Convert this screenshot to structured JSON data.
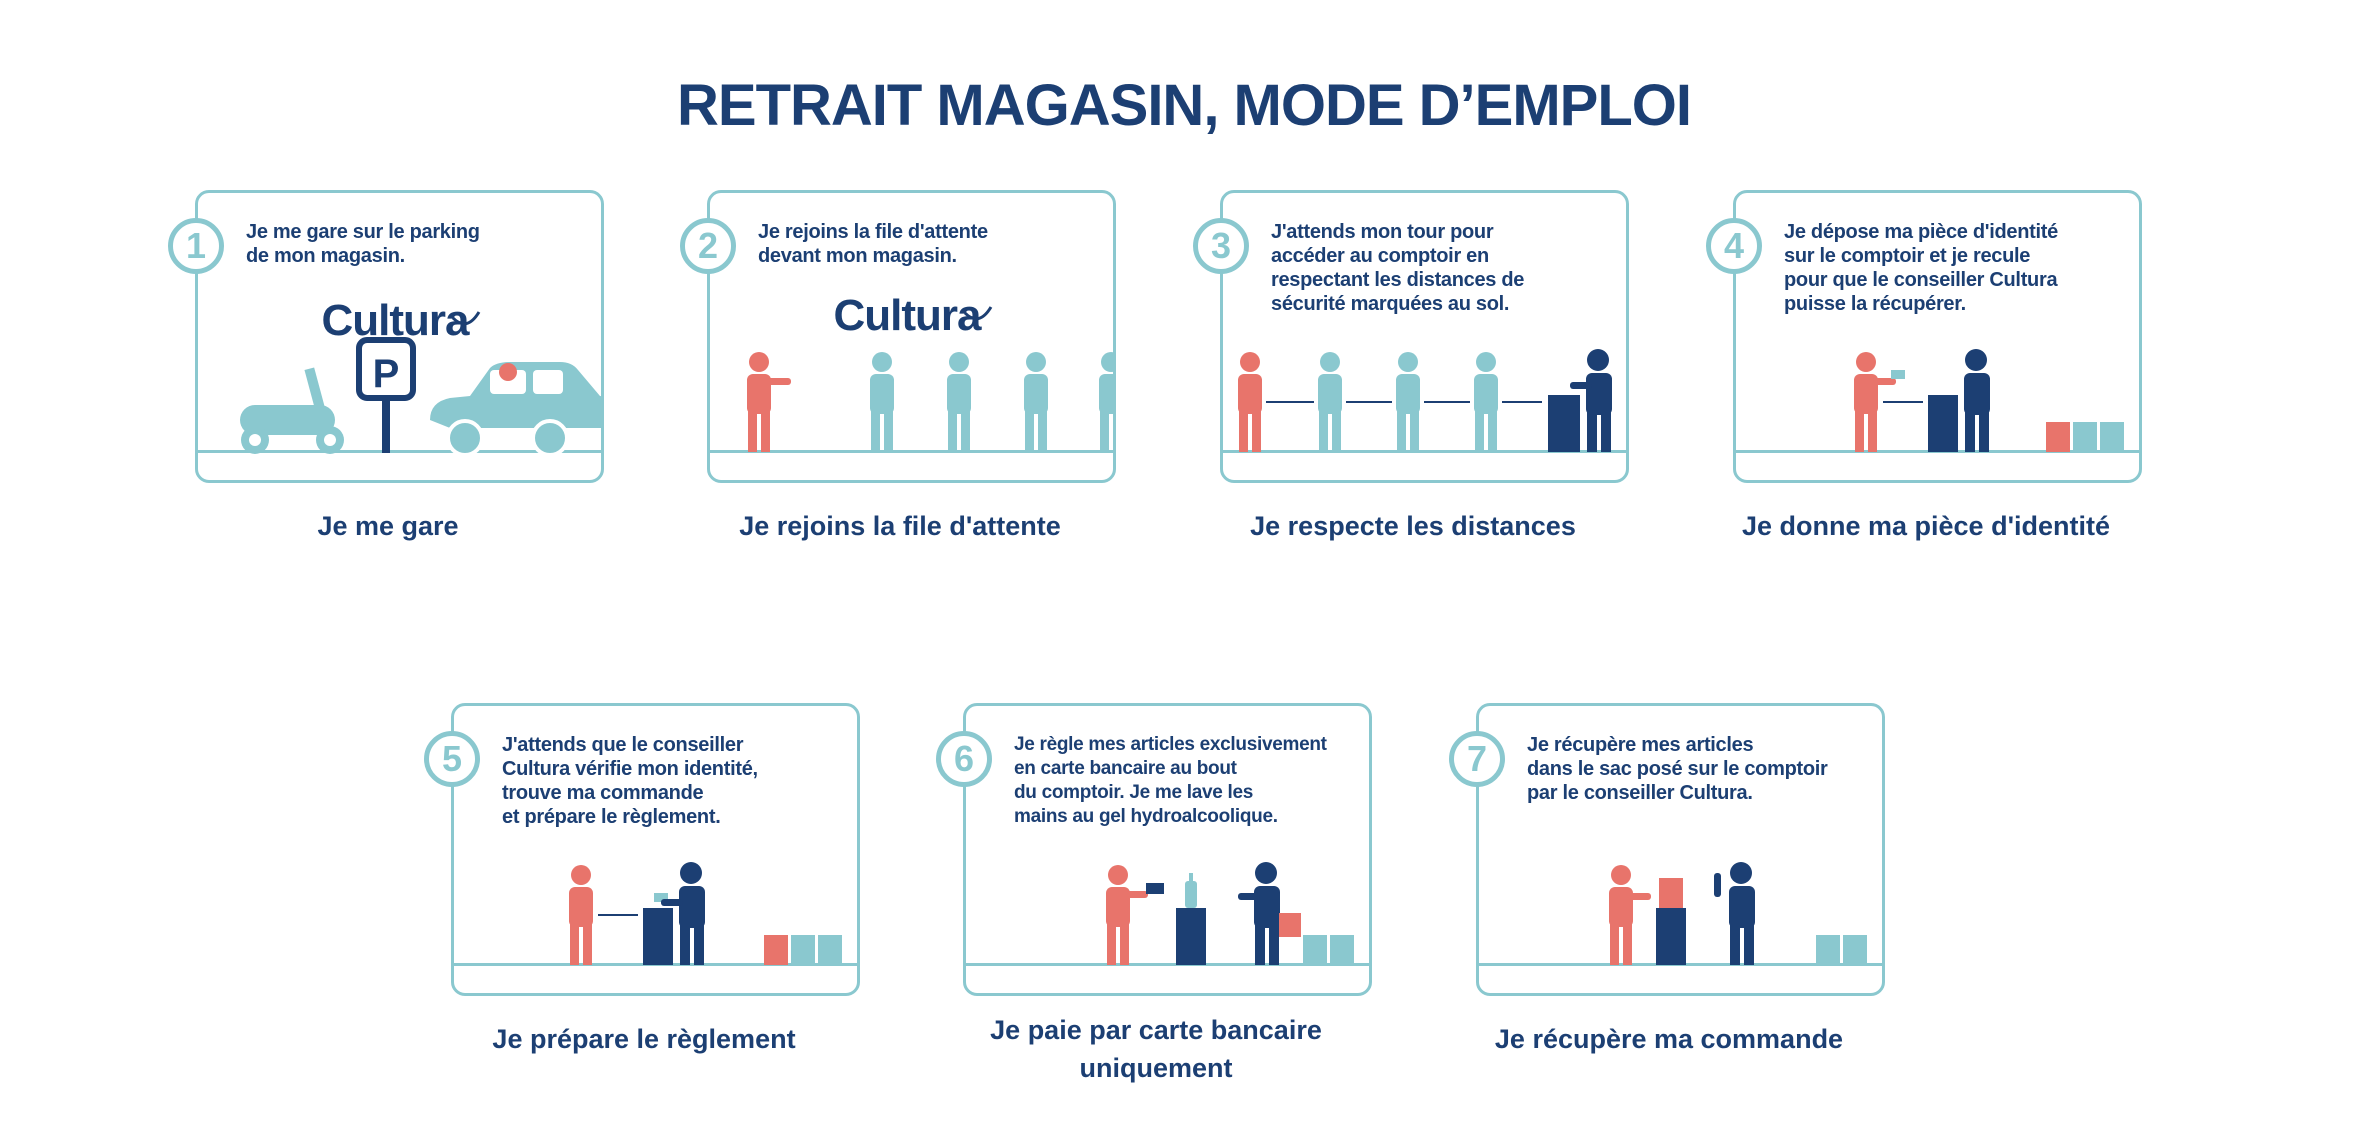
{
  "page": {
    "title": "RETRAIT MAGASIN, MODE D’EMPLOI",
    "brand": "Cultura",
    "parking_sign": "P"
  },
  "colors": {
    "navy": "#1c3f73",
    "teal": "#8ac8cf",
    "coral": "#e8746b"
  },
  "steps": [
    {
      "number": "1",
      "text": "Je me gare sur le parking\nde mon magasin.",
      "caption": "Je me gare"
    },
    {
      "number": "2",
      "text": "Je rejoins la file d'attente\ndevant mon magasin.",
      "caption": "Je rejoins la file d'attente"
    },
    {
      "number": "3",
      "text": "J'attends mon tour pour\naccéder au comptoir en\nrespectant les distances de\nsécurité marquées au sol.",
      "caption": "Je respecte les distances"
    },
    {
      "number": "4",
      "text": "Je dépose ma pièce d'identité\nsur le comptoir et je recule\npour que le conseiller Cultura\npuisse la récupérer.",
      "caption": "Je donne ma pièce d'identité"
    },
    {
      "number": "5",
      "text": "J'attends que le conseiller\nCultura vérifie mon identité,\ntrouve ma commande\net prépare le règlement.",
      "caption": "Je prépare le règlement"
    },
    {
      "number": "6",
      "text": "Je règle mes articles exclusivement\nen carte bancaire au bout\ndu comptoir. Je me lave les\nmains au gel hydroalcoolique.",
      "caption": "Je paie par carte bancaire uniquement"
    },
    {
      "number": "7",
      "text": "Je récupère mes articles\ndans le sac posé sur le comptoir\npar le conseiller Cultura.",
      "caption": "Je récupère ma commande"
    }
  ]
}
